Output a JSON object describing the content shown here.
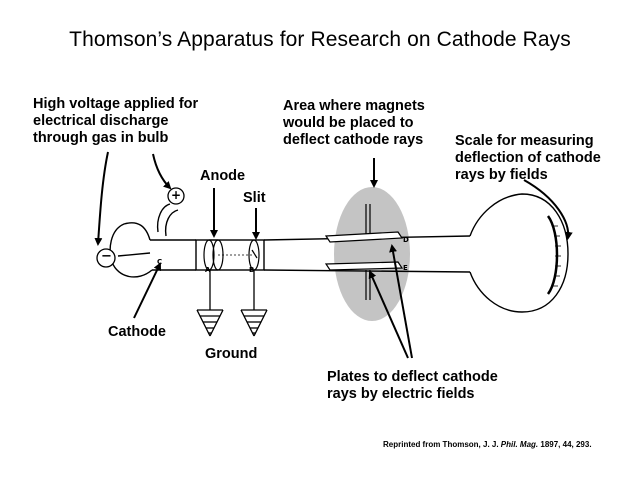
{
  "title": "Thomson’s Apparatus for Research on Cathode Rays",
  "labels": {
    "high_voltage": [
      "High voltage applied for",
      "electrical discharge",
      "through gas in bulb"
    ],
    "magnets_area": [
      "Area where magnets",
      "would be placed to",
      "deflect cathode rays"
    ],
    "scale": [
      "Scale for measuring",
      "deflection of cathode",
      "rays by fields"
    ],
    "anode": "Anode",
    "slit": "Slit",
    "cathode": "Cathode",
    "ground": "Ground",
    "plates": [
      "Plates to deflect cathode",
      "rays by electric fields"
    ]
  },
  "apparatus_letters": {
    "plus": "+",
    "minus": "−",
    "c": "C",
    "a": "A",
    "b": "B",
    "d": "D",
    "e": "E"
  },
  "credit": {
    "prefix": "Reprinted from Thomson, J. J. ",
    "journal_1": "Phil.",
    "journal_2": "Mag.",
    "suffix": " 1897, 44, 293."
  }
}
